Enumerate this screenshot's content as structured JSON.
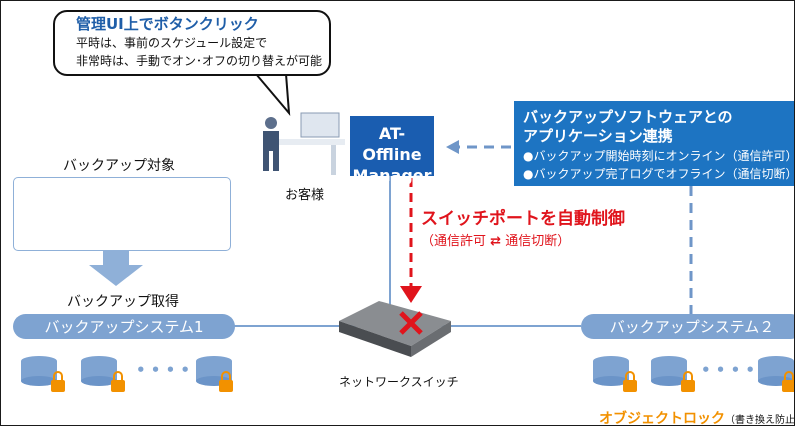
{
  "callout": {
    "title": "管理UI上でボタンクリック",
    "line1": "平時は、事前のスケジュール設定で",
    "line2": "非常時は、手動でオン･オフの切り替えが可能"
  },
  "customer_label": "お客様",
  "manager": {
    "line1": "AT-Offline",
    "line2": "Manager"
  },
  "info": {
    "title1": "バックアップソフトウェアとの",
    "title2": "アプリケーション連携",
    "item1": "●バックアップ開始時刻にオンライン（通信許可）",
    "item2": "●バックアップ完了ログでオフライン（通信切断）"
  },
  "backup_target_label": "バックアップ対象",
  "backup_get_label": "バックアップ取得",
  "switch_control": {
    "title": "スイッチポートを自動制御",
    "sub_left": "（通信許可",
    "sub_arrow": "⇄",
    "sub_right": "通信切断）"
  },
  "system1": "バックアップシステム1",
  "system2": "バックアップシステム２",
  "switch_label": "ネットワークスイッチ",
  "dots": "• • • •",
  "object_lock": {
    "main": "オブジェクトロック",
    "note": "（書き換え防止）"
  },
  "colors": {
    "blue_dark": "#1a5db0",
    "blue_info": "#1d74c2",
    "bar": "#7ea3d1",
    "red": "#e0141c",
    "lock": "#f29100"
  }
}
